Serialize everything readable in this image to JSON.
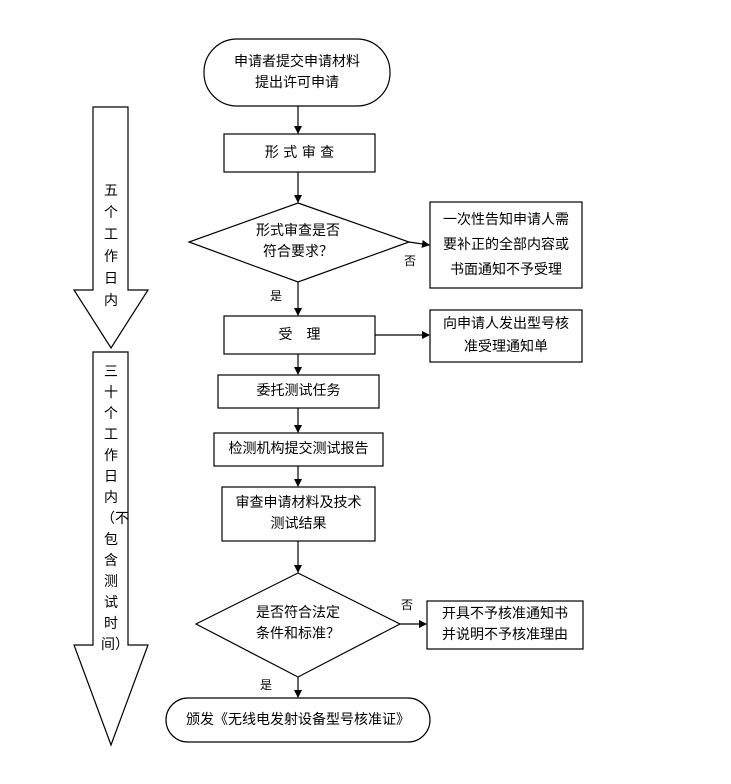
{
  "colors": {
    "line": "#000000",
    "fill": "#ffffff"
  },
  "flow": {
    "start": "申请者提交申请材料\n提出许可申请",
    "formal_review": "形 式 审 查",
    "formal_question": "形式审查是否\n符合要求？",
    "notify_supplement": "一次性告知申请人需\n要补正的全部内容或\n书面通知不予受理",
    "accept": "受　理",
    "accept_notice": "向申请人发出型号核\n准受理通知单",
    "delegate_test": "委托测试任务",
    "test_report": "检测机构提交测试报告",
    "review_results": "审查申请材料及技术\n测试结果",
    "legal_question": "是否符合法定\n条件和标准？",
    "reject_notice": "开具不予核准通知书\n并说明不予核准理由",
    "issue_cert": "颁发《无线电发射设备型号核准证》"
  },
  "labels": {
    "no_1": "否",
    "yes_1": "是",
    "no_2": "否",
    "yes_2": "是"
  },
  "timeline": {
    "phase_1": "五个工作日内",
    "phase_2": "三十个工作日内（不包含测试时间）"
  }
}
